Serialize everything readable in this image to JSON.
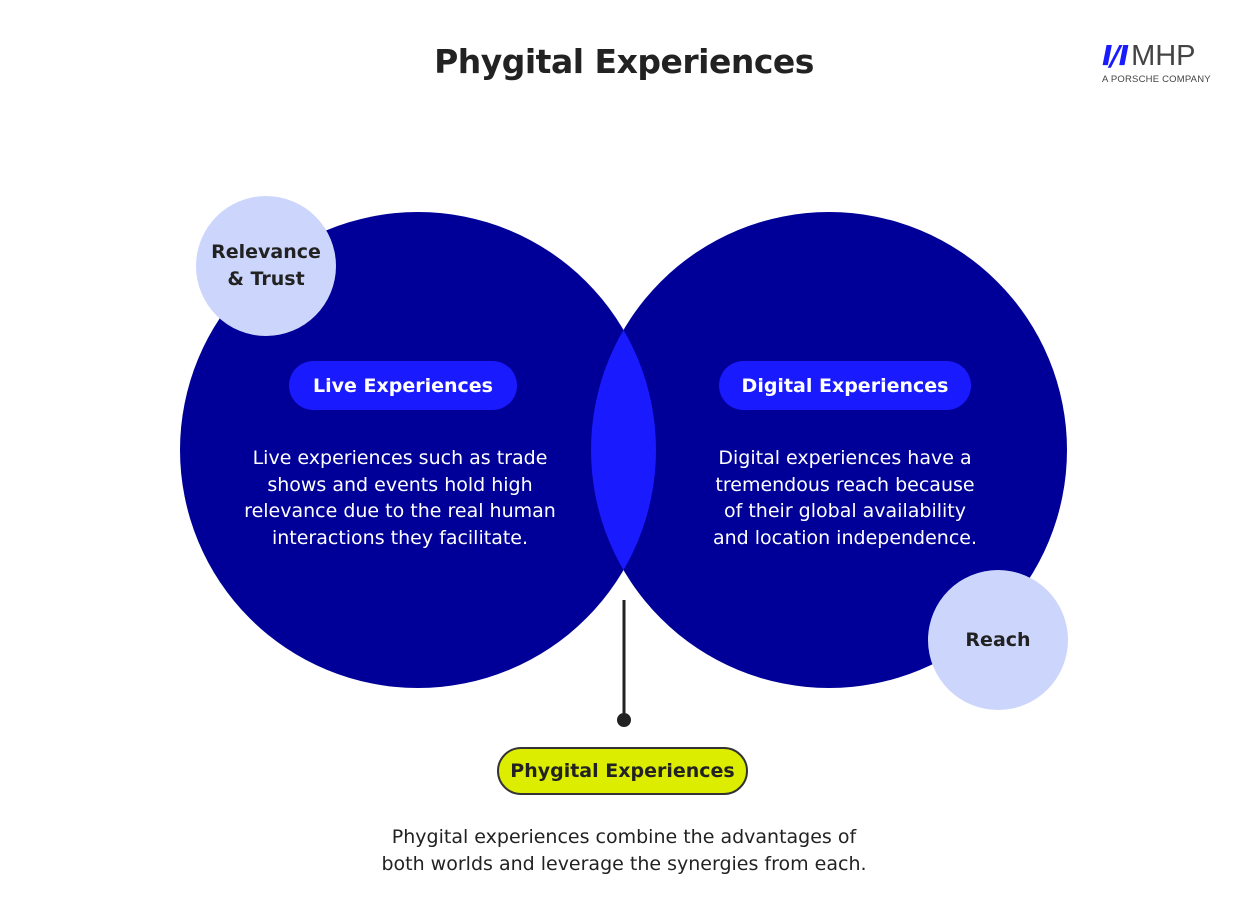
{
  "title": "Phygital Experiences",
  "logo": {
    "mark": "I/I",
    "name": "MHP",
    "tagline": "A PORSCHE COMPANY"
  },
  "colors": {
    "dark_blue": "#000099",
    "bright_blue": "#1a1aff",
    "light_blue": "#ccd6fc",
    "lime": "#dced00"
  },
  "live": {
    "label": "Live Experiences",
    "text": [
      "Live experiences such as trade",
      "shows and events hold high",
      "relevance due to the real human",
      "interactions they facilitate."
    ],
    "bubble": [
      "Relevance",
      "& Trust"
    ]
  },
  "digital": {
    "label": "Digital Experiences",
    "text": [
      "Digital experiences have a",
      "tremendous reach because",
      "of their global availability",
      "and location independence."
    ],
    "bubble": [
      "Reach"
    ]
  },
  "phygital": {
    "label": "Phygital Experiences",
    "text": [
      "Phygital experiences combine the advantages of",
      "both worlds and leverage the synergies from each."
    ]
  }
}
